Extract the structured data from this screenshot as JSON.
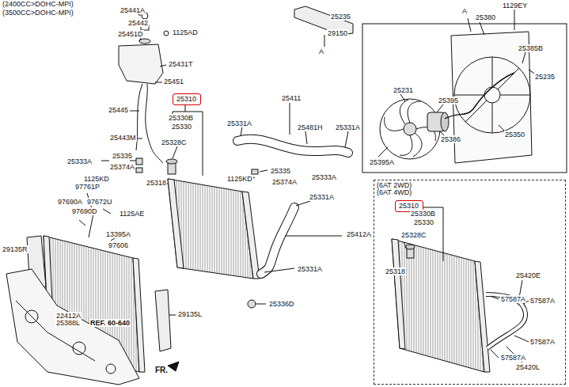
{
  "diagram": {
    "nodes": [
      {
        "text": [
          "25310"
        ]
      },
      {
        "text": [
          "(6AT 2WD) (6AT 4WD)"
        ]
      },
      {
        "text": [
          "25310"
        ],
        "in": 1
      },
      {
        "text": [
          "A"
        ]
      },
      {
        "text": [
          "A"
        ]
      }
    ],
    "labels": [
      "(2400CC>DOHC-MPI)",
      "(3500CC>DOHC-MPI)",
      "25441A",
      "25442",
      "25451D",
      "1125AD",
      "25431T",
      "25451",
      "25445",
      "25443M",
      "25330B",
      "25330",
      "25328C",
      "25411",
      "25331A",
      "25481H",
      "25331A",
      "25235",
      "29150",
      "1129EY",
      "25380",
      "25385B",
      "25235",
      "25231",
      "25395",
      "25386",
      "25350",
      "25395A",
      "25333A",
      "25335",
      "25374A",
      "1125KD",
      "25318",
      "97761P",
      "97690A",
      "97672U",
      "97690D",
      "1125AE",
      "13395A",
      "97606",
      "29135R",
      "25335",
      "1125KD",
      "25333A",
      "25374A",
      "25331A",
      "25412A",
      "25331A",
      "25336D",
      "22412A",
      "25388L",
      "REF. 60-640",
      "29135L",
      "FR.",
      "25330B",
      "25330",
      "25328C",
      "25318",
      "25420E",
      "57587A",
      "57587A",
      "57587A",
      "57587A",
      "25420L"
    ]
  }
}
